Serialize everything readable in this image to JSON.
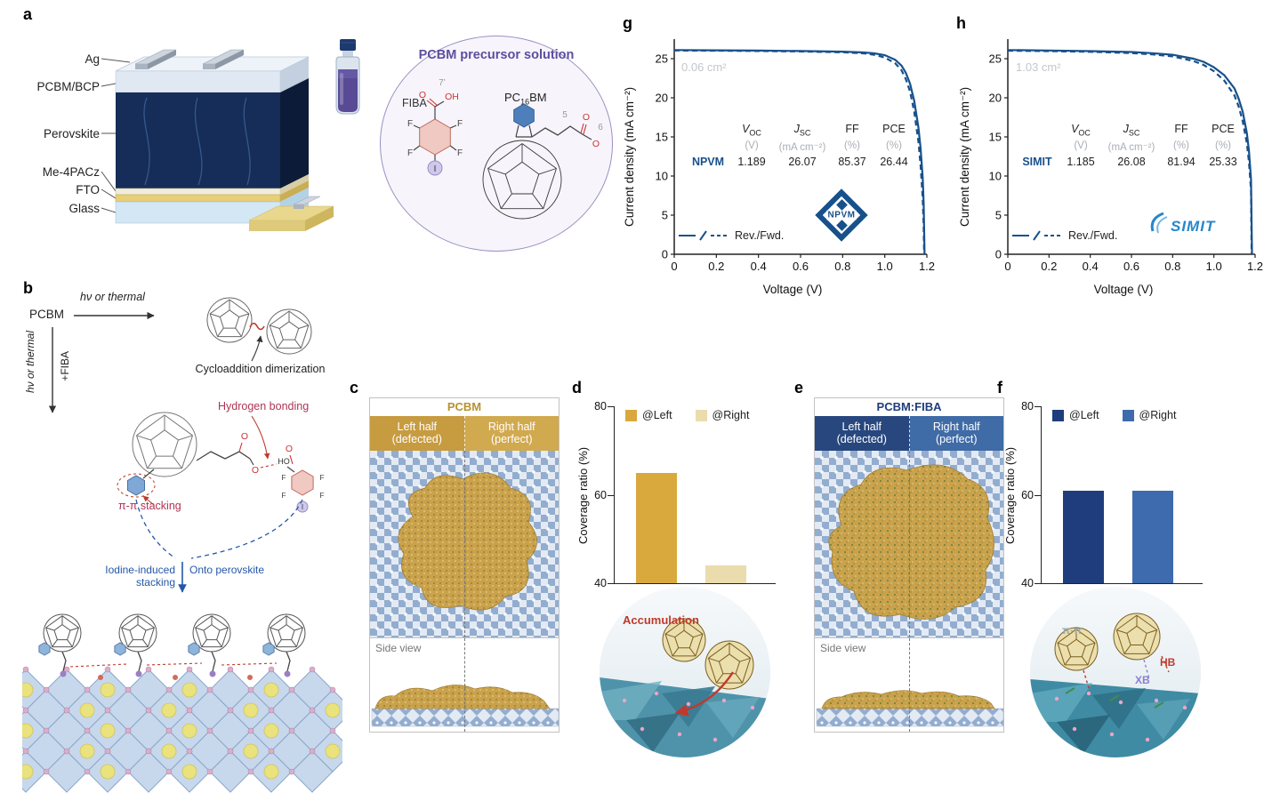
{
  "panels": {
    "a": "a",
    "b": "b",
    "c": "c",
    "d": "d",
    "e": "e",
    "f": "f",
    "g": "g",
    "h": "h"
  },
  "panel_a": {
    "layer_labels": [
      "Ag",
      "PCBM/BCP",
      "Perovskite",
      "Me-4PACz",
      "FTO",
      "Glass"
    ],
    "solution_title": "PCBM precursor solution",
    "fiba": {
      "name": "FIBA",
      "atom_f": "F",
      "atom_i": "I",
      "atom_o": "O",
      "atom_oh": "OH",
      "position_label": "7’"
    },
    "pcbm": {
      "name_pre": "PC",
      "name_sub": "16",
      "name_post": "BM",
      "chain_label_5": "5",
      "chain_label_6": "6",
      "atom_o": "O"
    }
  },
  "panel_b": {
    "reactant": "PCBM",
    "condition_top": "hν or thermal",
    "condition_left": "hν or thermal",
    "condition_fiba": "+FIBA",
    "dimerization_caption": "Cycloaddition dimerization",
    "hbond_label": "Hydrogen bonding",
    "pipi_label": "π-π stacking",
    "iodine_label": "Iodine-induced stacking",
    "perovskite_label": "Onto perovskite",
    "atom_ho": "HO",
    "atom_o": "O",
    "atom_f": "F",
    "atom_i": "I"
  },
  "panel_c": {
    "title": "PCBM",
    "left_line1": "Left half",
    "left_line2": "(defected)",
    "right_line1": "Right half",
    "right_line2": "(perfect)",
    "side_view": "Side view"
  },
  "panel_e": {
    "title": "PCBM:FIBA",
    "left_line1": "Left half",
    "left_line2": "(defected)",
    "right_line1": "Right half",
    "right_line2": "(perfect)",
    "side_view": "Side view"
  },
  "panel_d": {
    "inset_label": "Accumulation"
  },
  "panel_f": {
    "inset_pipi": "π-π",
    "inset_xb": "XB",
    "inset_hb": "HB"
  },
  "chart_data": [
    {
      "id": "d",
      "type": "bar",
      "title": "",
      "ylabel": "Coverage ratio (%)",
      "ylim": [
        40,
        80
      ],
      "yticks": [
        40,
        60,
        80
      ],
      "categories": [
        "@Left",
        "@Right"
      ],
      "values": [
        65,
        44
      ],
      "colors": [
        "#D9A93E",
        "#EADCAC"
      ],
      "legend_position": "top"
    },
    {
      "id": "f",
      "type": "bar",
      "title": "",
      "ylabel": "Coverage ratio (%)",
      "ylim": [
        40,
        80
      ],
      "yticks": [
        40,
        60,
        80
      ],
      "categories": [
        "@Left",
        "@Right"
      ],
      "values": [
        61,
        61
      ],
      "colors": [
        "#1F3D7C",
        "#3E6BAE"
      ],
      "legend_position": "top"
    },
    {
      "id": "g",
      "type": "line",
      "xlabel": "Voltage (V)",
      "ylabel": "Current density (mA cm⁻²)",
      "xlim": [
        0,
        1.2
      ],
      "ylim": [
        0,
        27.5
      ],
      "xticks": [
        0,
        0.2,
        0.4,
        0.6,
        0.8,
        1.0,
        1.2
      ],
      "yticks": [
        0,
        5,
        10,
        15,
        20,
        25
      ],
      "accent": "#17518C",
      "area_label": "0.06 cm²",
      "legend_label": "Rev./Fwd.",
      "logo": "NPVM",
      "table": {
        "col_headers": [
          {
            "main": "V",
            "sub": "OC"
          },
          {
            "main": "J",
            "sub": "SC"
          },
          {
            "main": "FF",
            "sub": ""
          },
          {
            "main": "PCE",
            "sub": ""
          }
        ],
        "units": [
          "(V)",
          "(mA cm⁻²)",
          "(%)",
          "(%)"
        ],
        "row_label": "NPVM",
        "values": [
          "1.189",
          "26.07",
          "85.37",
          "26.44"
        ]
      },
      "series": [
        {
          "name": "Rev.",
          "dash": false,
          "points": [
            [
              0,
              26.1
            ],
            [
              0.2,
              26.07
            ],
            [
              0.4,
              26.03
            ],
            [
              0.6,
              25.98
            ],
            [
              0.8,
              25.9
            ],
            [
              0.9,
              25.8
            ],
            [
              0.95,
              25.68
            ],
            [
              1.0,
              25.45
            ],
            [
              1.05,
              24.85
            ],
            [
              1.08,
              24.1
            ],
            [
              1.1,
              23.2
            ],
            [
              1.12,
              21.8
            ],
            [
              1.14,
              19.6
            ],
            [
              1.16,
              16.2
            ],
            [
              1.17,
              13.6
            ],
            [
              1.18,
              9.8
            ],
            [
              1.185,
              6.5
            ],
            [
              1.189,
              0
            ]
          ]
        },
        {
          "name": "Fwd.",
          "dash": true,
          "points": [
            [
              0,
              26.05
            ],
            [
              0.2,
              26.02
            ],
            [
              0.4,
              25.98
            ],
            [
              0.6,
              25.92
            ],
            [
              0.8,
              25.82
            ],
            [
              0.9,
              25.68
            ],
            [
              0.95,
              25.5
            ],
            [
              1.0,
              25.15
            ],
            [
              1.05,
              24.4
            ],
            [
              1.08,
              23.5
            ],
            [
              1.1,
              22.4
            ],
            [
              1.12,
              20.8
            ],
            [
              1.14,
              18.2
            ],
            [
              1.16,
              14.4
            ],
            [
              1.17,
              11.4
            ],
            [
              1.18,
              7.2
            ],
            [
              1.185,
              3.6
            ],
            [
              1.187,
              0
            ]
          ]
        }
      ]
    },
    {
      "id": "h",
      "type": "line",
      "xlabel": "Voltage (V)",
      "ylabel": "Current density (mA cm⁻²)",
      "xlim": [
        0,
        1.2
      ],
      "ylim": [
        0,
        27.5
      ],
      "xticks": [
        0,
        0.2,
        0.4,
        0.6,
        0.8,
        1.0,
        1.2
      ],
      "yticks": [
        0,
        5,
        10,
        15,
        20,
        25
      ],
      "accent": "#17518C",
      "area_label": "1.03 cm²",
      "legend_label": "Rev./Fwd.",
      "logo": "SIMIT",
      "table": {
        "col_headers": [
          {
            "main": "V",
            "sub": "OC"
          },
          {
            "main": "J",
            "sub": "SC"
          },
          {
            "main": "FF",
            "sub": ""
          },
          {
            "main": "PCE",
            "sub": ""
          }
        ],
        "units": [
          "(V)",
          "(mA cm⁻²)",
          "(%)",
          "(%)"
        ],
        "row_label": "SIMIT",
        "values": [
          "1.185",
          "26.08",
          "81.94",
          "25.33"
        ]
      },
      "series": [
        {
          "name": "Rev.",
          "dash": false,
          "points": [
            [
              0,
              26.1
            ],
            [
              0.2,
              26.05
            ],
            [
              0.4,
              25.97
            ],
            [
              0.6,
              25.85
            ],
            [
              0.7,
              25.7
            ],
            [
              0.8,
              25.5
            ],
            [
              0.9,
              25.0
            ],
            [
              0.95,
              24.6
            ],
            [
              1.0,
              23.9
            ],
            [
              1.05,
              22.9
            ],
            [
              1.1,
              21.2
            ],
            [
              1.12,
              19.9
            ],
            [
              1.14,
              18.2
            ],
            [
              1.16,
              15.5
            ],
            [
              1.17,
              13.2
            ],
            [
              1.18,
              9.6
            ],
            [
              1.185,
              0
            ]
          ]
        },
        {
          "name": "Fwd.",
          "dash": true,
          "points": [
            [
              0,
              26.02
            ],
            [
              0.2,
              25.97
            ],
            [
              0.4,
              25.88
            ],
            [
              0.6,
              25.72
            ],
            [
              0.7,
              25.55
            ],
            [
              0.8,
              25.3
            ],
            [
              0.9,
              24.7
            ],
            [
              0.95,
              24.2
            ],
            [
              1.0,
              23.4
            ],
            [
              1.05,
              22.2
            ],
            [
              1.1,
              20.3
            ],
            [
              1.12,
              18.9
            ],
            [
              1.14,
              17.0
            ],
            [
              1.16,
              14.2
            ],
            [
              1.17,
              11.8
            ],
            [
              1.18,
              8.2
            ],
            [
              1.183,
              0
            ]
          ]
        }
      ]
    }
  ]
}
